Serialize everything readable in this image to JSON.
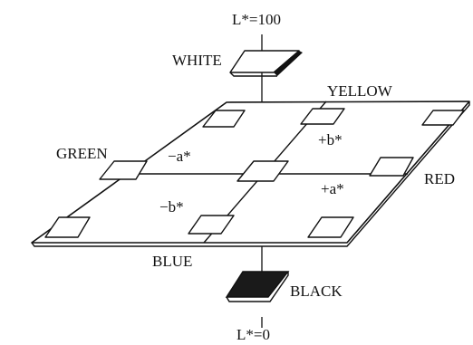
{
  "labels": {
    "top_axis": "L*=100",
    "bottom_axis": "L*=0",
    "white": "WHITE",
    "black": "BLACK",
    "yellow": "YELLOW",
    "blue": "BLUE",
    "green": "GREEN",
    "red": "RED",
    "plus_b": "+b*",
    "minus_b": "−b*",
    "minus_a": "−a*",
    "plus_a": "+a*"
  },
  "colors": {
    "line": "#111111",
    "background": "#ffffff",
    "white_tile": "#ffffff",
    "black_tile": "#1a1a1a"
  }
}
